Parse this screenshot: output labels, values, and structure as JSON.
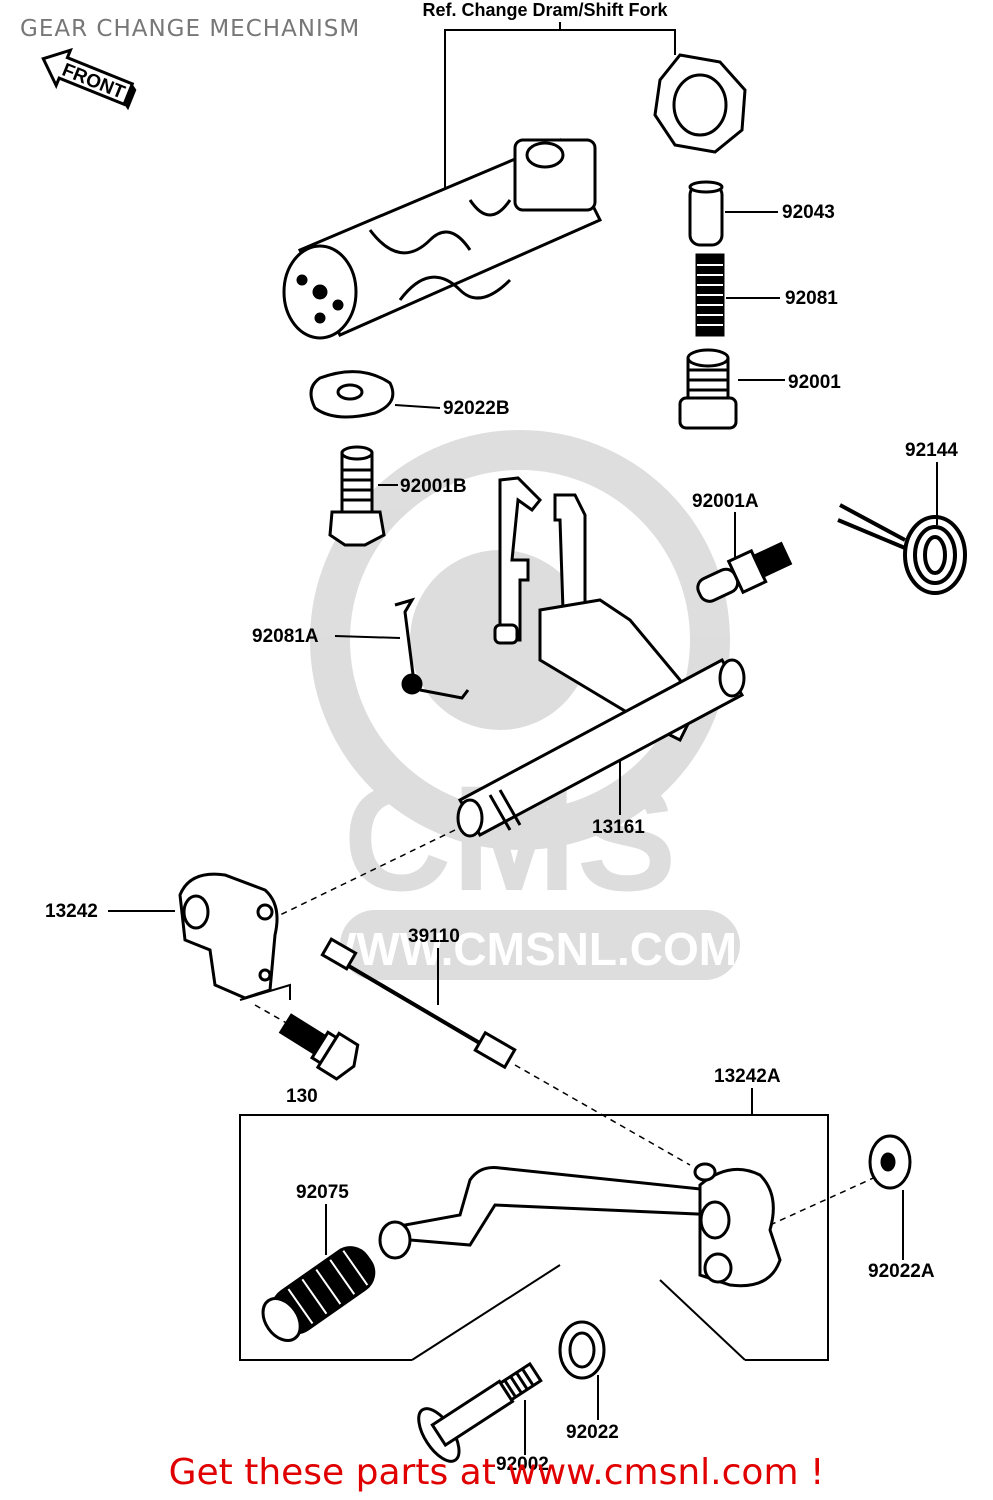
{
  "page": {
    "title": "GEAR CHANGE MECHANISM",
    "footer": "Get these parts at www.cmsnl.com !"
  },
  "watermark": {
    "logo_text": "CMS",
    "url_text": "WWW.CMSNL.COM"
  },
  "direction_arrow": "FRONT",
  "reference_note": "Ref. Change Dram/Shift Fork",
  "parts": [
    {
      "id": "92043",
      "name": "pin"
    },
    {
      "id": "92081",
      "name": "spring"
    },
    {
      "id": "92001",
      "name": "bolt"
    },
    {
      "id": "92022B",
      "name": "washer"
    },
    {
      "id": "92001B",
      "name": "bolt"
    },
    {
      "id": "92144",
      "name": "spring"
    },
    {
      "id": "92001A",
      "name": "bolt"
    },
    {
      "id": "92081A",
      "name": "spring"
    },
    {
      "id": "13161",
      "name": "shaft"
    },
    {
      "id": "13242",
      "name": "lever"
    },
    {
      "id": "39110",
      "name": "rod"
    },
    {
      "id": "130",
      "name": "bolt"
    },
    {
      "id": "13242A",
      "name": "pedal"
    },
    {
      "id": "92075",
      "name": "rubber"
    },
    {
      "id": "92022A",
      "name": "washer"
    },
    {
      "id": "92022",
      "name": "washer"
    },
    {
      "id": "92002",
      "name": "bolt"
    }
  ]
}
